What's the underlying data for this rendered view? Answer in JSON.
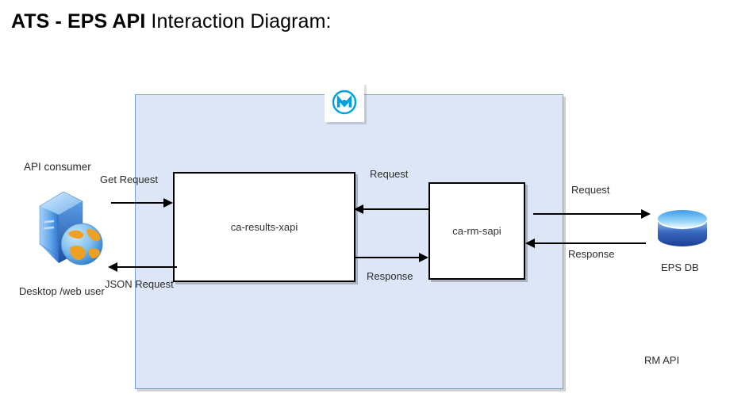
{
  "title": {
    "bold_part": "ATS - EPS API",
    "rest_part": " Interaction Diagram:"
  },
  "panel": {
    "name": "mulesoft-runtime-panel",
    "logo_alt": "mulesoft-logo",
    "fill_color": "#dce6f7",
    "border_color": "#7b9fd4"
  },
  "boxes": [
    {
      "id": "ca-results-xapi",
      "label": "ca-results-xapi"
    },
    {
      "id": "ca-rm-sapi",
      "label": "ca-rm-sapi"
    }
  ],
  "actors": {
    "consumer_title": "API consumer",
    "consumer_subtitle": "Desktop /web user",
    "database_label": "EPS DB",
    "rm_api_label": "RM API"
  },
  "arrows": [
    {
      "id": "get-request",
      "label": "Get Request",
      "direction": "right"
    },
    {
      "id": "json-request",
      "label": "JSON Request",
      "direction": "left"
    },
    {
      "id": "xapi-request",
      "label": "Request",
      "direction": "left"
    },
    {
      "id": "xapi-response",
      "label": "Response",
      "direction": "right"
    },
    {
      "id": "db-request",
      "label": "Request",
      "direction": "right"
    },
    {
      "id": "db-response",
      "label": "Response",
      "direction": "left"
    }
  ],
  "colors": {
    "panel_blue": "#dce6f7",
    "panel_border": "#7b9fd4",
    "mule_cyan": "#00a0df",
    "db_blue_light": "#63b3ee",
    "db_blue_dark": "#1f4fa8",
    "server_blue": "#4a90e2",
    "globe_orange": "#f0a020",
    "line_black": "#000000"
  }
}
